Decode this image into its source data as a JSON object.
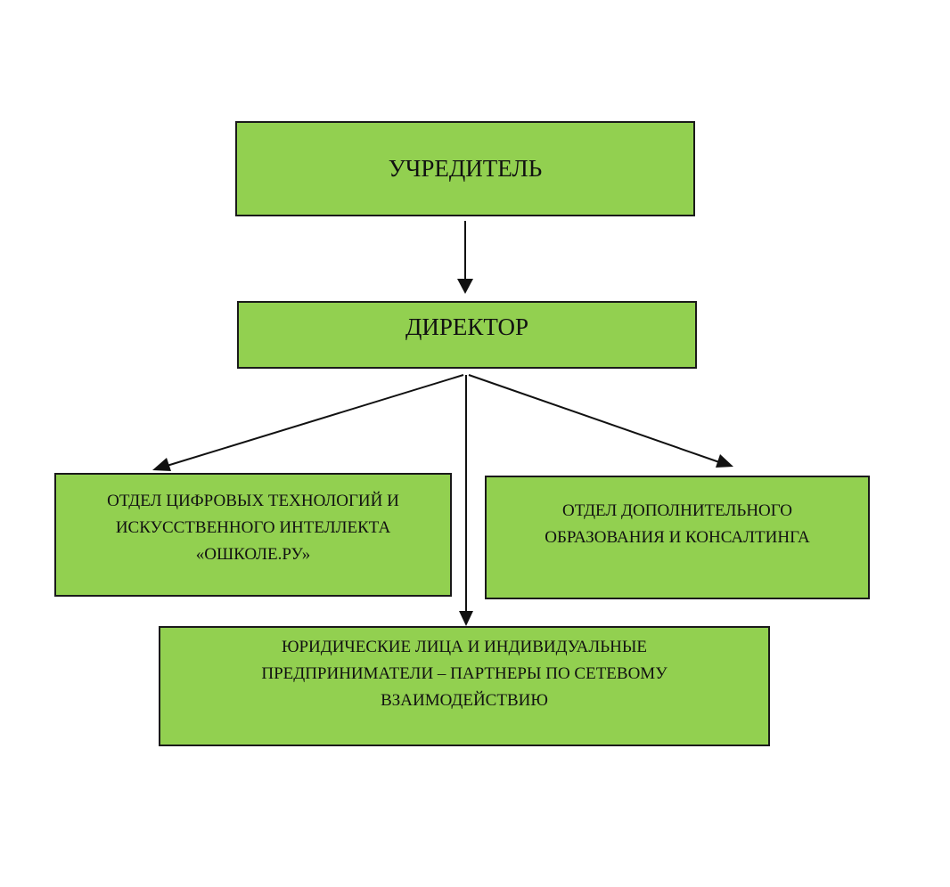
{
  "colors": {
    "box_fill": "#92d050",
    "box_border": "#1a1a1a",
    "arrow": "#111111",
    "background": "#ffffff"
  },
  "nodes": {
    "founder": "УЧРЕДИТЕЛЬ",
    "director": "ДИРЕКТОР",
    "digital_department": "ОТДЕЛ ЦИФРОВЫХ ТЕХНОЛОГИЙ И\nИСКУССТВЕННОГО ИНТЕЛЛЕКТА\n«ОШКОЛЕ.РУ»",
    "extra_education_department": "ОТДЕЛ ДОПОЛНИТЕЛЬНОГО\nОБРАЗОВАНИЯ И КОНСАЛТИНГА",
    "partners": "ЮРИДИЧЕСКИЕ ЛИЦА И ИНДИВИДУАЛЬНЫЕ\nПРЕДПРИНИМАТЕЛИ – ПАРТНЕРЫ ПО СЕТЕВОМУ\nВЗАИМОДЕЙСТВИЮ"
  },
  "edges": [
    {
      "from": "founder",
      "to": "director"
    },
    {
      "from": "director",
      "to": "digital_department"
    },
    {
      "from": "director",
      "to": "extra_education_department"
    },
    {
      "from": "director",
      "to": "partners"
    }
  ]
}
